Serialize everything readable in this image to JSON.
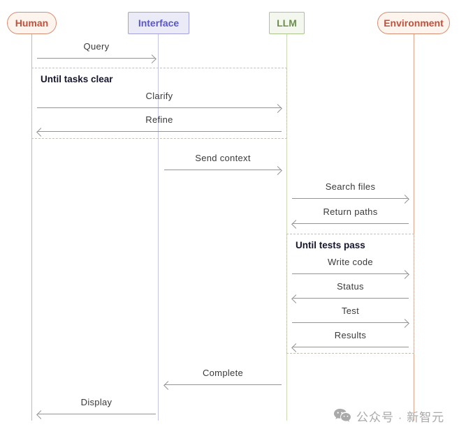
{
  "diagram": {
    "type": "sequence-diagram",
    "actors": [
      {
        "label": "Human",
        "shape": "pill",
        "color": "#c2503a"
      },
      {
        "label": "Interface",
        "shape": "rect",
        "color": "#5956c8"
      },
      {
        "label": "LLM",
        "shape": "rect",
        "color": "#6d8f4d"
      },
      {
        "label": "Environment",
        "shape": "pill",
        "color": "#c2503a"
      }
    ],
    "loops": [
      {
        "label": "Until tasks clear",
        "contains": [
          "Clarify",
          "Refine"
        ]
      },
      {
        "label": "Until tests pass",
        "contains": [
          "Write code",
          "Status",
          "Test",
          "Results"
        ]
      }
    ],
    "messages": [
      {
        "label": "Query",
        "from": "Human",
        "to": "Interface"
      },
      {
        "label": "Clarify",
        "from": "Human",
        "to": "LLM"
      },
      {
        "label": "Refine",
        "from": "LLM",
        "to": "Human"
      },
      {
        "label": "Send context",
        "from": "Interface",
        "to": "LLM"
      },
      {
        "label": "Search files",
        "from": "LLM",
        "to": "Environment"
      },
      {
        "label": "Return paths",
        "from": "Environment",
        "to": "LLM"
      },
      {
        "label": "Write code",
        "from": "LLM",
        "to": "Environment"
      },
      {
        "label": "Status",
        "from": "Environment",
        "to": "LLM"
      },
      {
        "label": "Test",
        "from": "LLM",
        "to": "Environment"
      },
      {
        "label": "Results",
        "from": "Environment",
        "to": "LLM"
      },
      {
        "label": "Complete",
        "from": "LLM",
        "to": "Interface"
      },
      {
        "label": "Display",
        "from": "Interface",
        "to": "Human"
      }
    ]
  },
  "watermark": {
    "icon": "wechat-icon",
    "text": "公众号 · 新智元"
  },
  "colors": {
    "actor_warm_bg": "#fdf4ee",
    "actor_warm_border": "#d78f73",
    "actor_warm_text": "#c2503a",
    "actor_interface_bg": "#ebebf8",
    "actor_interface_border": "#a3a0dc",
    "actor_interface_text": "#5956c8",
    "actor_llm_bg": "#f3f7ed",
    "actor_llm_border": "#abc68a",
    "actor_llm_text": "#6d8f4d",
    "lifeline_human": "#ddb09c",
    "lifeline_interface": "#c6c5e2",
    "lifeline_llm": "#ccdbb6",
    "lifeline_env": "#dba88f",
    "arrow": "#949494",
    "msg_text": "#3a3a3a",
    "loop_border": "#c6c1b8",
    "loop_label": "#15152d",
    "watermark": "#a9a9a9"
  }
}
